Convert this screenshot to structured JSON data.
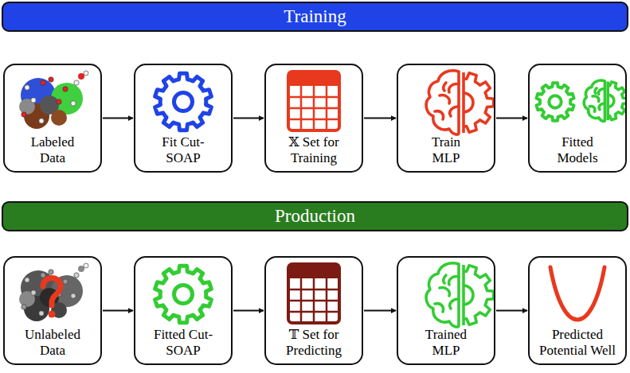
{
  "diagram": {
    "nodes": [
      {
        "text": [
          "Training"
        ]
      },
      {
        "text": [
          "Labeled Data"
        ]
      },
      {
        "text": [
          "Fit Cut-SOAP"
        ]
      },
      {
        "text": [
          "𝕏 Set for Training"
        ]
      },
      {
        "text": [
          "Train MLP"
        ]
      },
      {
        "text": [
          "Fitted Models"
        ]
      },
      {
        "text": [
          "Production"
        ]
      },
      {
        "text": [
          "Unlabeled Data"
        ]
      },
      {
        "text": [
          "Fitted Cut-SOAP"
        ]
      },
      {
        "text": [
          "𝕋 Set for Predicting"
        ]
      },
      {
        "text": [
          "Trained MLP"
        ]
      },
      {
        "text": [
          "Predicted Potential Well"
        ]
      }
    ],
    "edges": [
      {
        "from": 1,
        "to": 2,
        "arrow": "to"
      },
      {
        "from": 2,
        "to": 3,
        "arrow": "to"
      },
      {
        "from": 3,
        "to": 4,
        "arrow": "to"
      },
      {
        "from": 4,
        "to": 5,
        "arrow": "to"
      },
      {
        "from": 7,
        "to": 8,
        "arrow": "to"
      },
      {
        "from": 8,
        "to": 9,
        "arrow": "to"
      },
      {
        "from": 9,
        "to": 10,
        "arrow": "to"
      },
      {
        "from": 10,
        "to": 11,
        "arrow": "to"
      }
    ]
  }
}
